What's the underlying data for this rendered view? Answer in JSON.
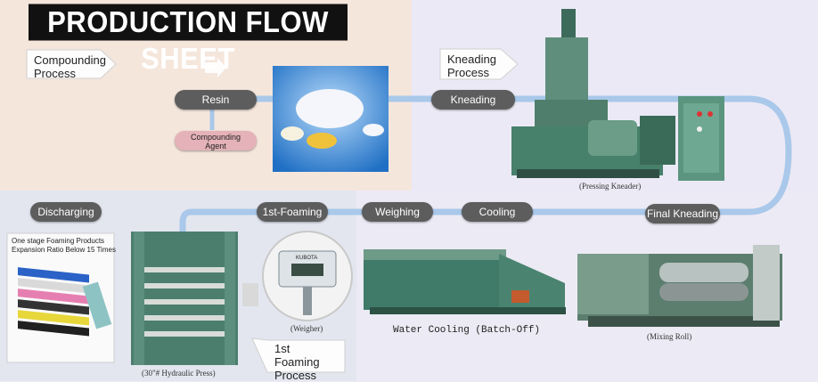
{
  "title": "PRODUCTION FLOW SHEET",
  "process_labels": {
    "compounding": [
      "Compounding",
      "Process"
    ],
    "kneading": [
      "Kneading",
      "Process"
    ],
    "foaming": [
      "1st Foaming",
      "Process"
    ]
  },
  "steps": {
    "resin": "Resin",
    "compounding_agent": [
      "Compounding",
      "Agent"
    ],
    "kneading": "Kneading",
    "final_kneading": "Final Kneading",
    "cooling": "Cooling",
    "weighing": "Weighing",
    "first_foaming": "1st-Foaming",
    "discharging": "Discharging"
  },
  "captions": {
    "pressing_kneader": "(Pressing Kneader)",
    "mixing_roll": "(Mixing Roll)",
    "water_cooling": "Water Cooling (Batch-Off)",
    "weigher": "(Weigher)",
    "hydraulic_press": "(30\"# Hydraulic Press)"
  },
  "product_note": [
    "One stage Foaming Products",
    "Expansion Ratio Below 15 Times"
  ],
  "weigher_brand": "KUBOTA",
  "colors": {
    "pill": "#5d5d5d",
    "pill_pink": "#e4b2b8",
    "flow_line": "#a9c8ea",
    "title_bg": "#111111",
    "machine_green": "#4f8a74"
  }
}
